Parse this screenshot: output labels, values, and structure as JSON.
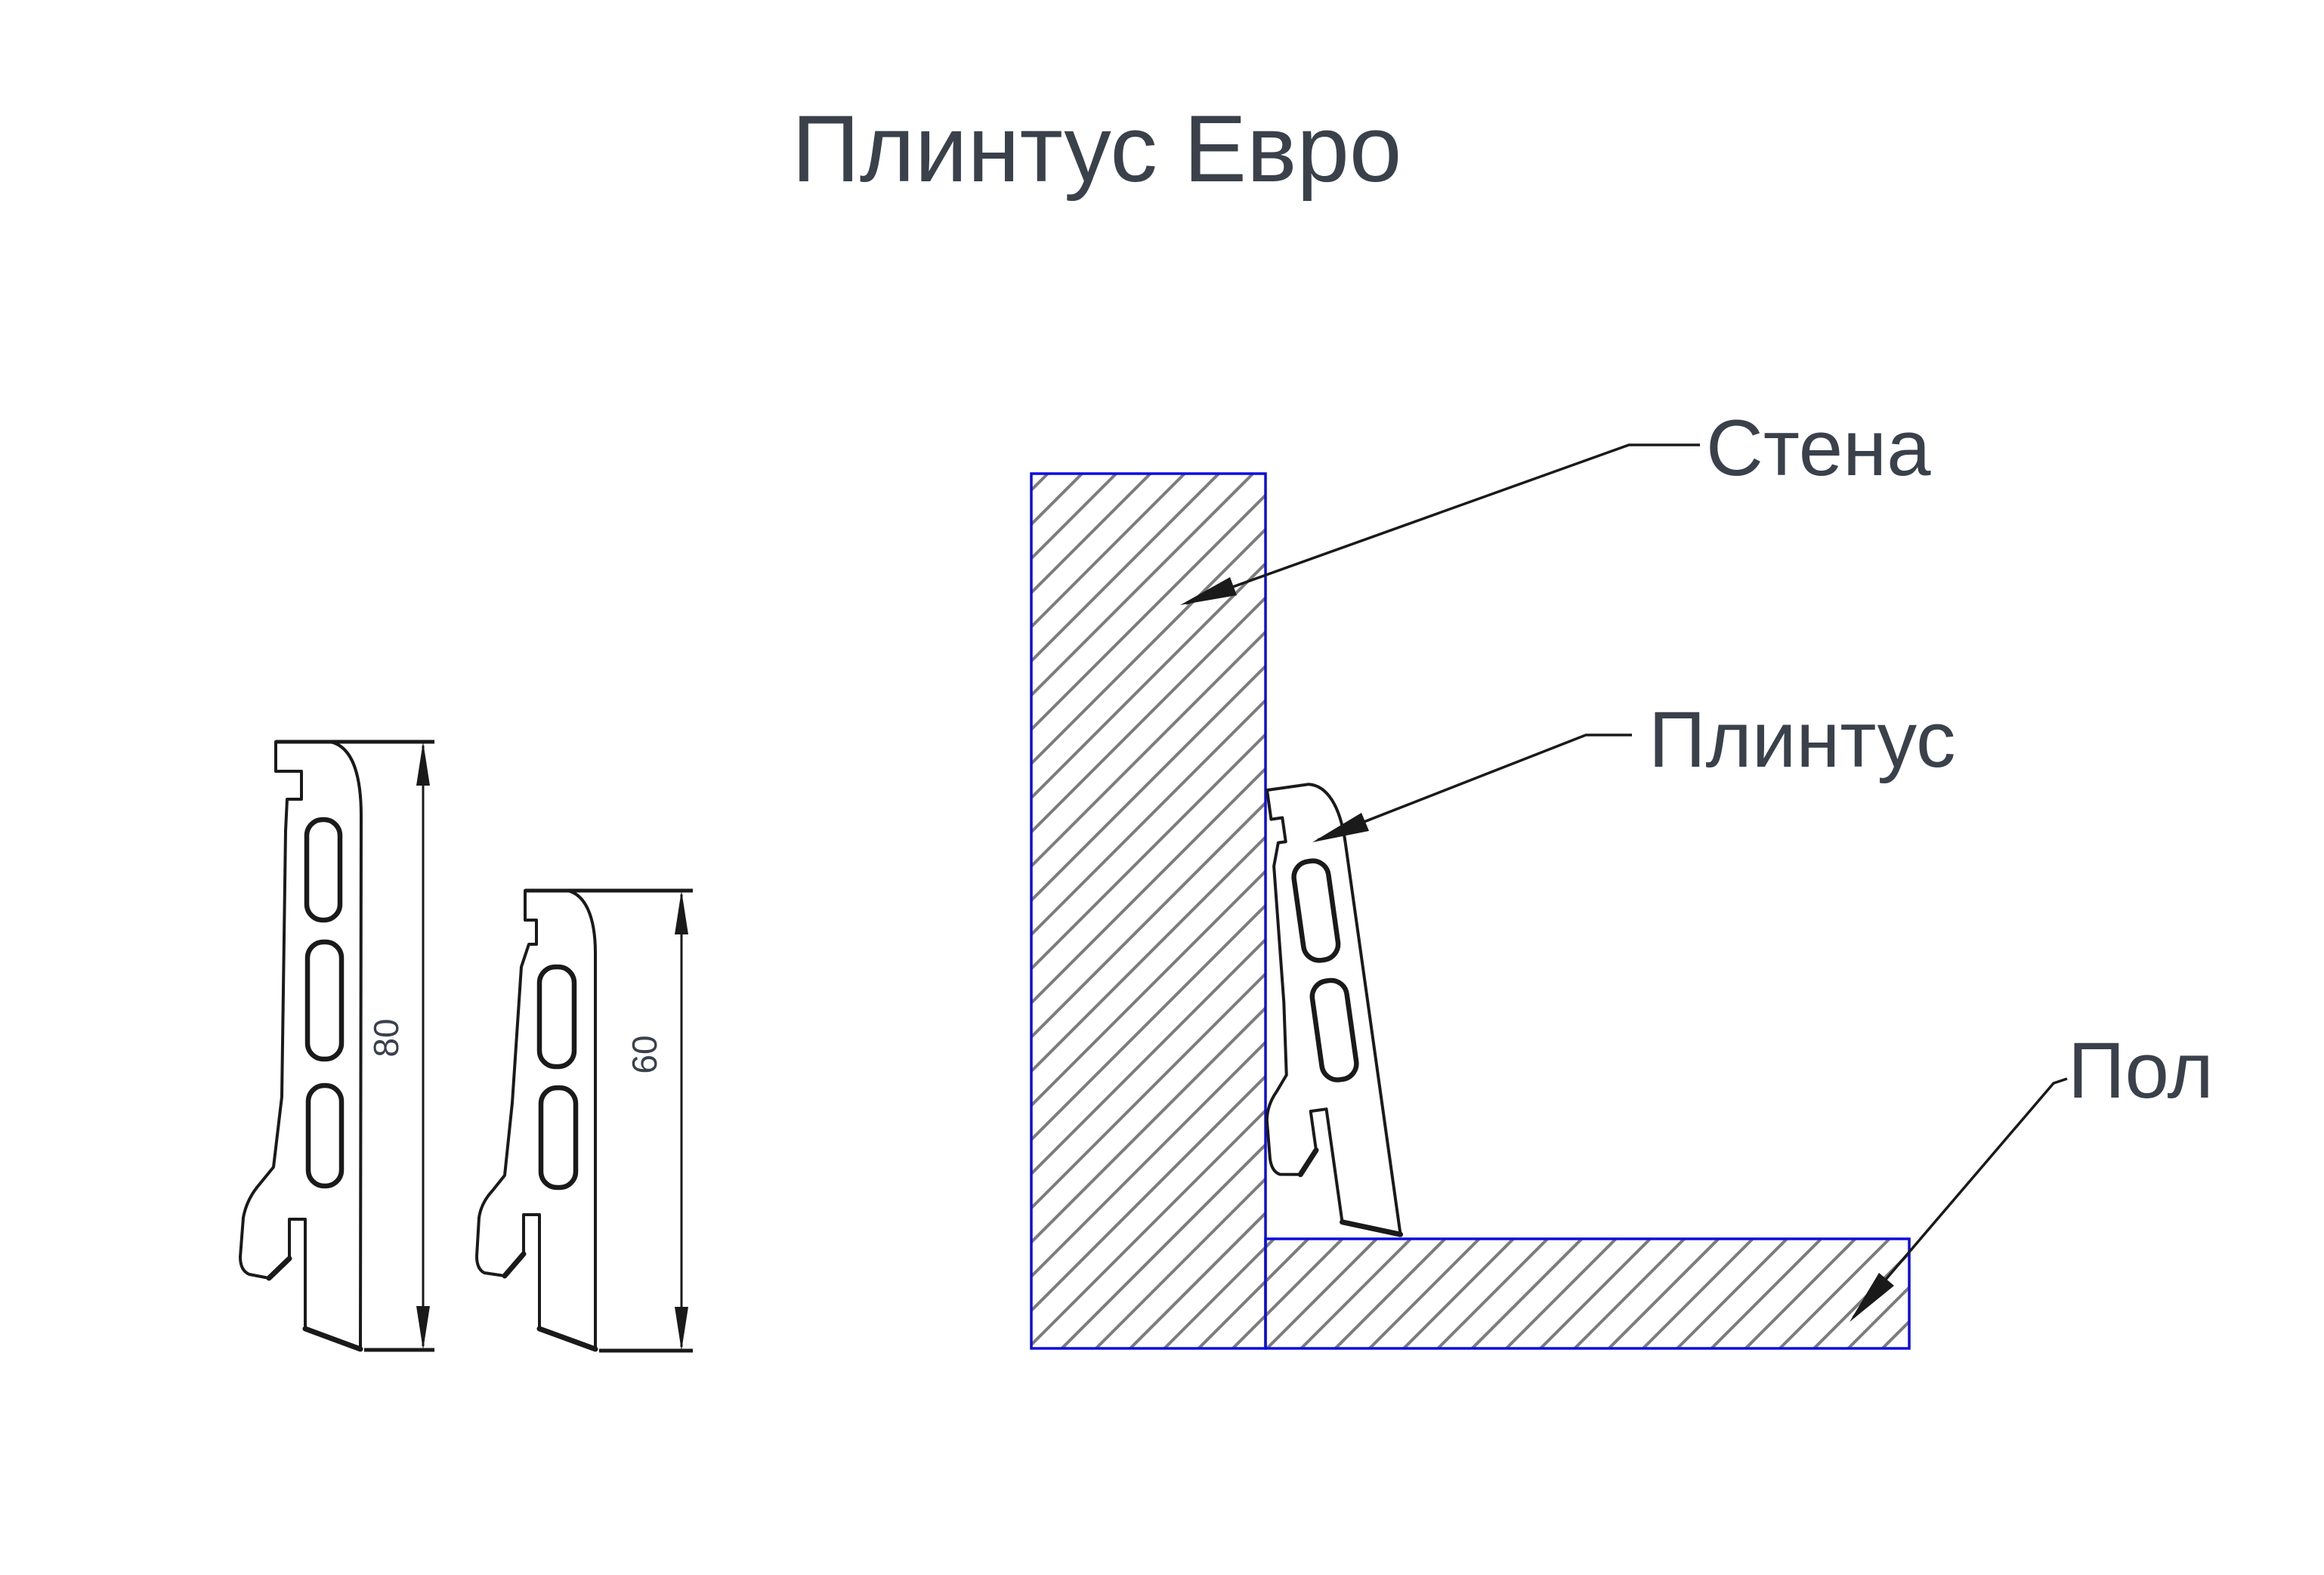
{
  "title": "Плинтус Евро",
  "colors": {
    "ink": "#3a414b",
    "line": "#1a1a1a",
    "blue": "#0d0de0",
    "hatch": "#7c7c7c",
    "paper": "#ffffff"
  },
  "annotations": {
    "wall": "Стена",
    "plinth": "Плинтус",
    "floor": "Пол"
  },
  "profiles": [
    {
      "name": "plinth-profile-80",
      "height_mm": "80"
    },
    {
      "name": "plinth-profile-60",
      "height_mm": "60"
    }
  ]
}
